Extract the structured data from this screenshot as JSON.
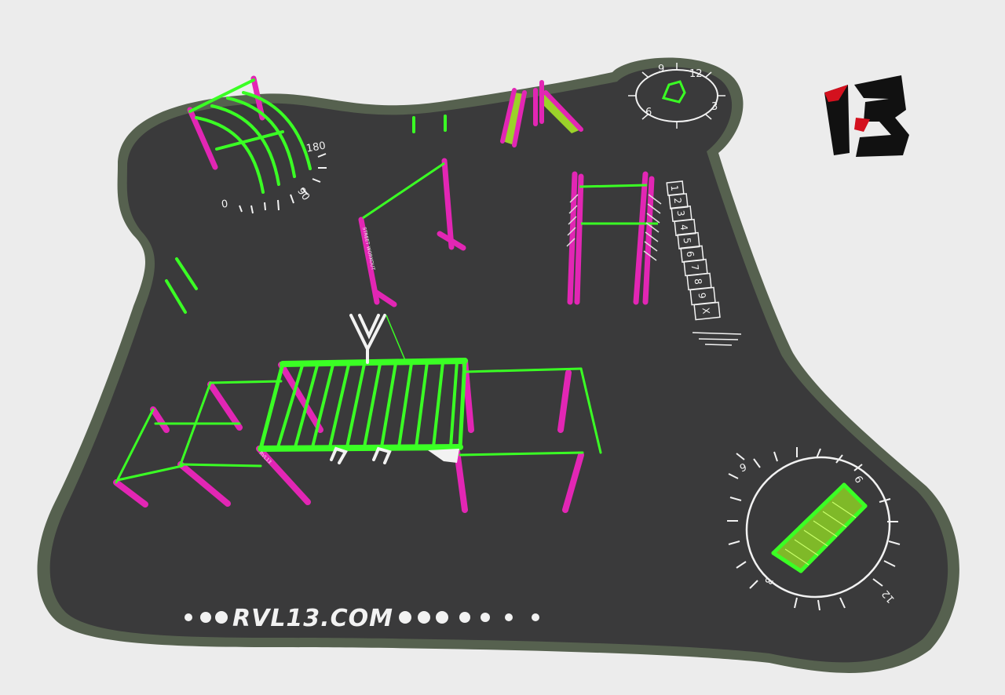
{
  "brand": {
    "website": "RVL13.COM",
    "logo_text": "13"
  },
  "pads": {
    "angle_dial": {
      "labels": [
        "0",
        "90",
        "180"
      ]
    },
    "small_clock": {
      "labels": [
        "12",
        "3",
        "6",
        "9"
      ]
    },
    "large_clock": {
      "labels": [
        "9",
        "6",
        "3",
        "12"
      ]
    },
    "hopscotch": {
      "cells": [
        "1",
        "2",
        "3",
        "4",
        "5",
        "6",
        "7",
        "8",
        "9",
        "X"
      ]
    }
  },
  "equipment": {
    "post_label": "STREET WORKOUT",
    "rig_label": "RVL13"
  },
  "colors": {
    "background": "#ececec",
    "floor": "#3a3a3b",
    "floor_border": "#56614f",
    "magenta": "#e226b4",
    "green": "#3aff24",
    "white": "#f2f2f2",
    "logo_red": "#d4111e",
    "logo_black": "#111111"
  }
}
